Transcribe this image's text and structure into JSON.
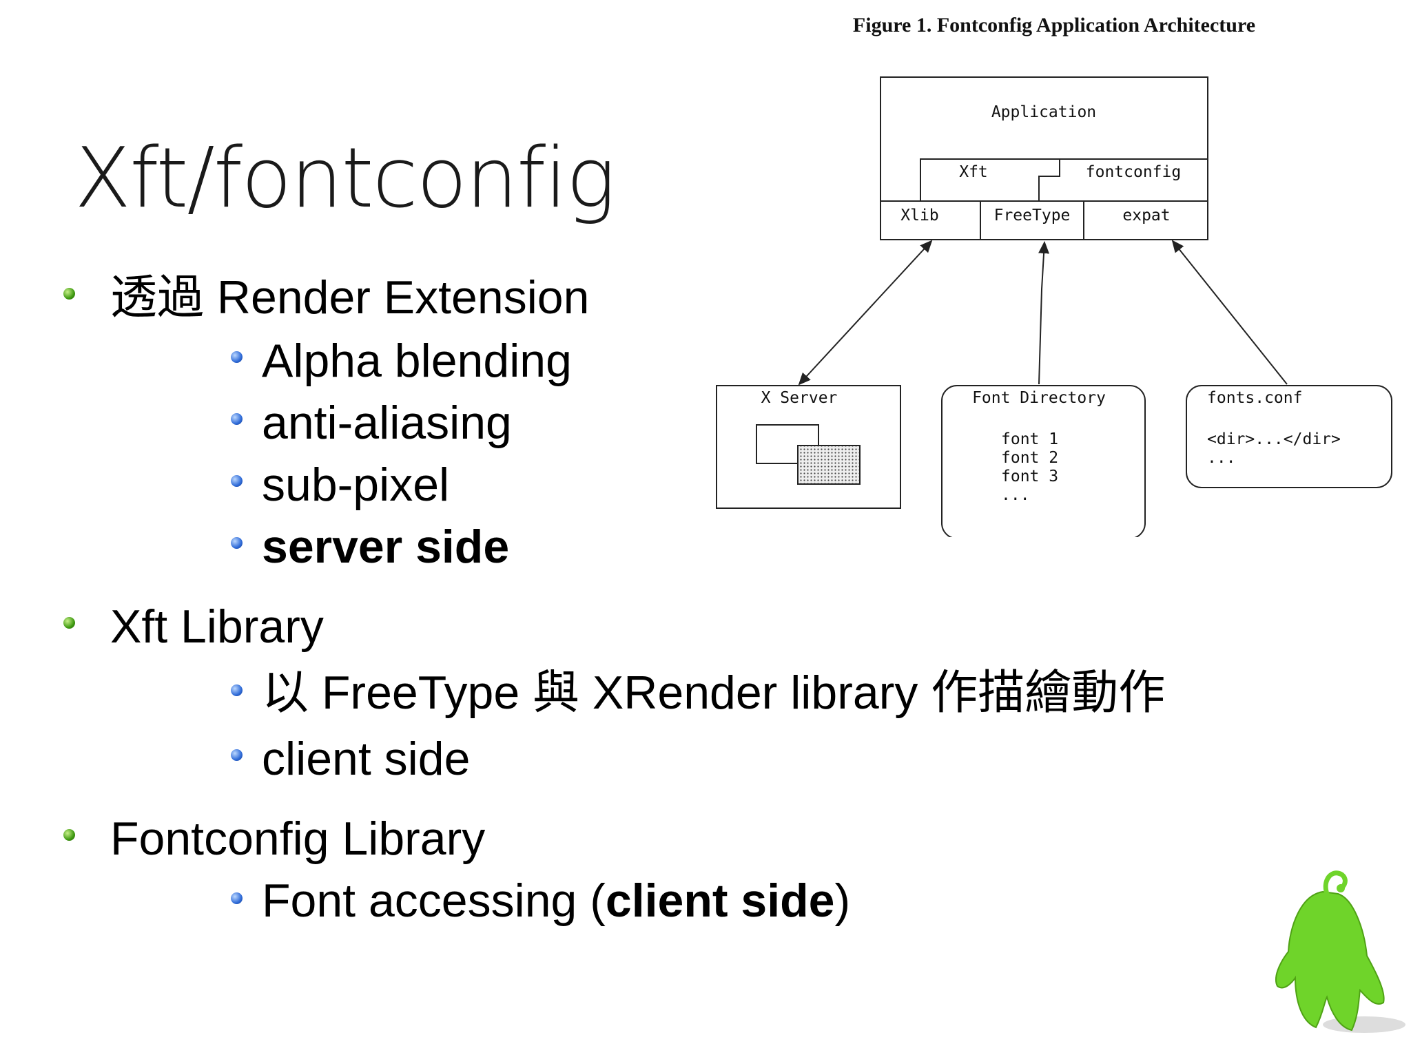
{
  "slide": {
    "title": "Xft/fontconfig"
  },
  "bullets": {
    "render": {
      "label": "透過 Render Extension",
      "items": [
        "Alpha blending",
        "anti-aliasing",
        "sub-pixel",
        "server side"
      ]
    },
    "xft": {
      "label": "Xft Library",
      "items": [
        "以 FreeType 與 XRender library 作描繪動作",
        "client side"
      ]
    },
    "fontconfig": {
      "label": "Fontconfig Library",
      "item_prefix": "Font accessing (",
      "item_bold": "client side",
      "item_suffix": ")"
    }
  },
  "figure": {
    "caption": "Figure 1. Fontconfig Application Architecture",
    "application": "Application",
    "xft": "Xft",
    "fontconfig": "fontconfig",
    "xlib": "Xlib",
    "freetype": "FreeType",
    "expat": "expat",
    "xserver": "X Server",
    "font_directory": {
      "title": "Font Directory",
      "lines": [
        "font 1",
        "font 2",
        "font 3",
        "..."
      ]
    },
    "fonts_conf": {
      "title": "fonts.conf",
      "lines": [
        "<dir>...</dir>",
        "..."
      ]
    }
  },
  "colors": {
    "bullet_level1": "#3f9a11",
    "bullet_level2": "#2f6bd8",
    "mascot": "#6fd42a"
  },
  "icons": {
    "mascot": "green-mascot-icon"
  }
}
